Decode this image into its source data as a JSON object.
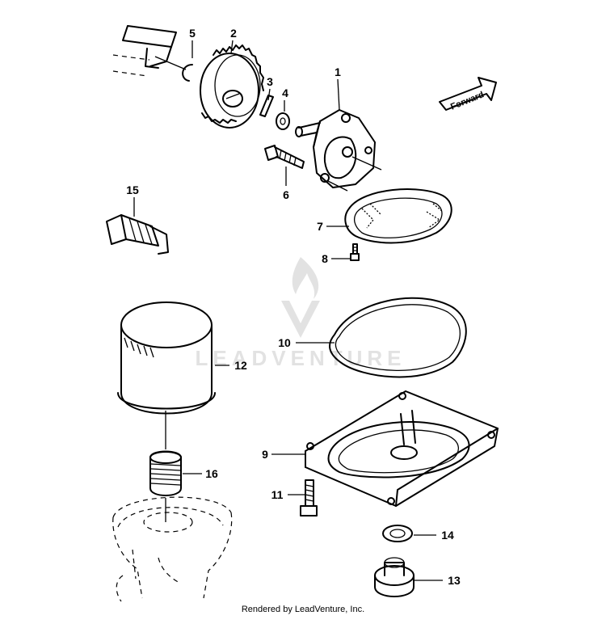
{
  "callouts": {
    "c1": "1",
    "c2": "2",
    "c3": "3",
    "c4": "4",
    "c5": "5",
    "c6": "6",
    "c7": "7",
    "c8": "8",
    "c9": "9",
    "c10": "10",
    "c11": "11",
    "c12": "12",
    "c13": "13",
    "c14": "14",
    "c15": "15",
    "c16": "16"
  },
  "forward_label": "Forward",
  "watermark": "LEADVENTURE",
  "footer": "Rendered by LeadVenture, Inc."
}
